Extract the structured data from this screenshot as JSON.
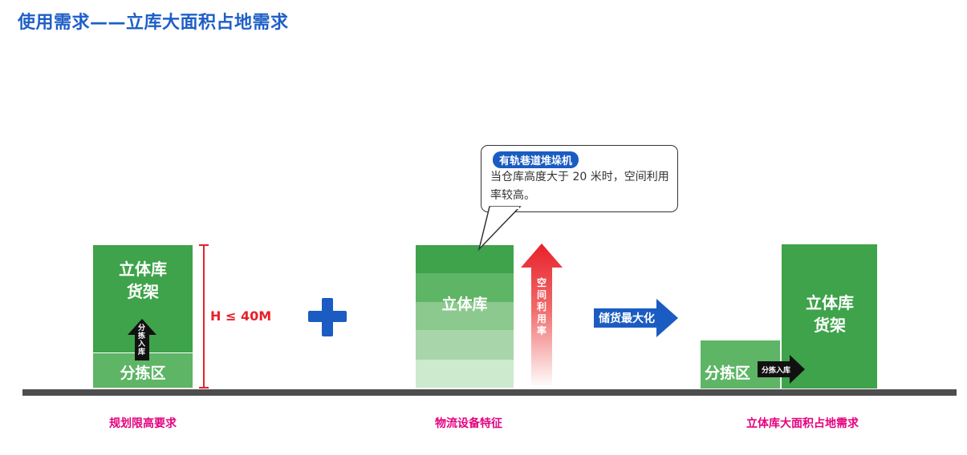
{
  "title": "使用需求——立库大面积占地需求",
  "left": {
    "upper_label": "立体库货架",
    "lower_label": "分拣区",
    "arrow_label": "分拣入库",
    "height_label": "H ≤ 40M",
    "caption": "规划限高要求"
  },
  "middle": {
    "block_label": "立体库",
    "callout_tag": "有轨巷道堆垛机",
    "callout_text": "当仓库高度大于 20 米时，空间利用率较高。",
    "vertical_arrow_label": "空间利用率",
    "caption": "物流设备特征"
  },
  "flow_arrow_label": "储货最大化",
  "right": {
    "tall_label": "立体库货架",
    "low_label": "分拣区",
    "arrow_label": "分拣入库",
    "caption": "立体库大面积占地需求"
  },
  "colors": {
    "title_blue": "#1f5fc6",
    "green": "#3ea34a",
    "caption_pink": "#e4007f",
    "height_red": "#e8202a",
    "arrow_blue": "#1a5cc2"
  }
}
